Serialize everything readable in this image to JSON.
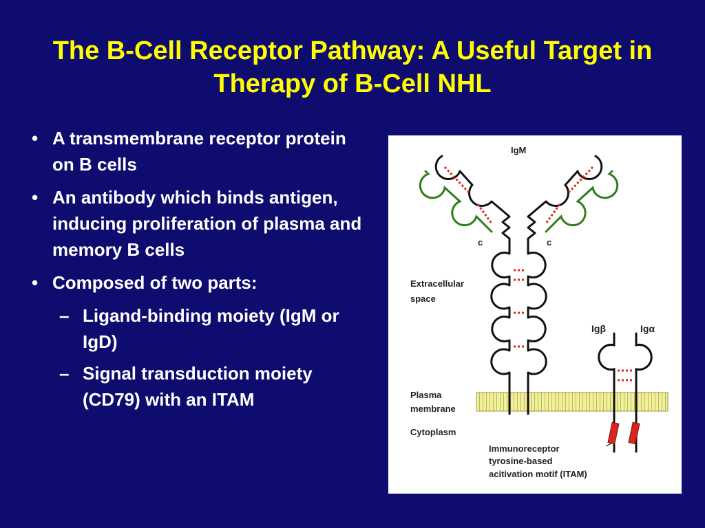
{
  "title": "The B-Cell Receptor Pathway: A Useful Target in Therapy of B-Cell NHL",
  "bullets": [
    {
      "level": 1,
      "text": "A transmembrane receptor protein on B cells"
    },
    {
      "level": 1,
      "text": "An antibody which binds antigen, inducing proliferation of plasma and memory B cells"
    },
    {
      "level": 1,
      "text": "Composed of two parts:"
    },
    {
      "level": 2,
      "text": "Ligand-binding moiety (IgM or IgD)"
    },
    {
      "level": 2,
      "text": "Signal transduction moiety (CD79) with an ITAM"
    }
  ],
  "markers": {
    "level1": "•",
    "level2": "–"
  },
  "diagram": {
    "igm_label": "IgM",
    "c_left": "c",
    "c_right": "c",
    "extracellular_line1": "Extracellular",
    "extracellular_line2": "space",
    "igbeta_label": "Igβ",
    "igalpha_label": "Igα",
    "plasma_line1": "Plasma",
    "plasma_line2": "membrane",
    "cytoplasm_label": "Cytoplasm",
    "itam_line1": "Immunoreceptor",
    "itam_line2": "tyrosine-based",
    "itam_line3": "acitivation motif (ITAM)",
    "colors": {
      "heavy_chain": "#111111",
      "light_chain": "#2e7d1a",
      "disulfide": "#e0261e",
      "membrane_fill": "#f2f09a",
      "membrane_stroke": "#9a9a40",
      "itam_fill": "#d8261c"
    }
  }
}
